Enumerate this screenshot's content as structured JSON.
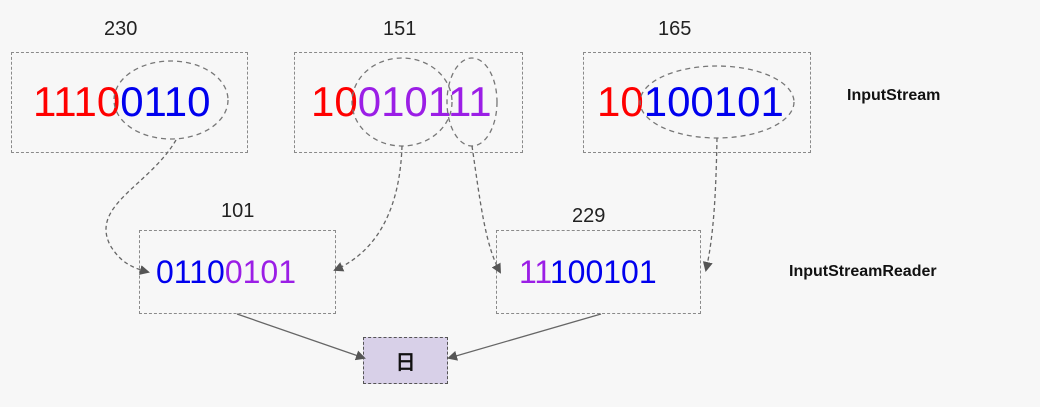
{
  "colors": {
    "red": "#ff0000",
    "blue": "#0000ee",
    "purple": "#9b1ee6",
    "border": "#8a8a8a",
    "result_bg": "#d8d0e8"
  },
  "bytes_in": [
    {
      "value": "230",
      "bits": [
        {
          "text": "1110",
          "color": "red"
        },
        {
          "text": "0110",
          "color": "blue"
        }
      ]
    },
    {
      "value": "151",
      "bits": [
        {
          "text": "10",
          "color": "red"
        },
        {
          "text": "0101",
          "color": "purple"
        },
        {
          "text": "11",
          "color": "purple"
        }
      ]
    },
    {
      "value": "165",
      "bits": [
        {
          "text": "10",
          "color": "red"
        },
        {
          "text": "100101",
          "color": "blue"
        }
      ]
    }
  ],
  "bytes_out": [
    {
      "value": "101",
      "bits": [
        {
          "text": "0110",
          "color": "blue"
        },
        {
          "text": "0101",
          "color": "purple"
        }
      ]
    },
    {
      "value": "229",
      "bits": [
        {
          "text": "11",
          "color": "purple"
        },
        {
          "text": "100101",
          "color": "blue"
        }
      ]
    }
  ],
  "labels": {
    "input_stream": "InputStream",
    "input_stream_reader": "InputStreamReader"
  },
  "result_char": "日"
}
